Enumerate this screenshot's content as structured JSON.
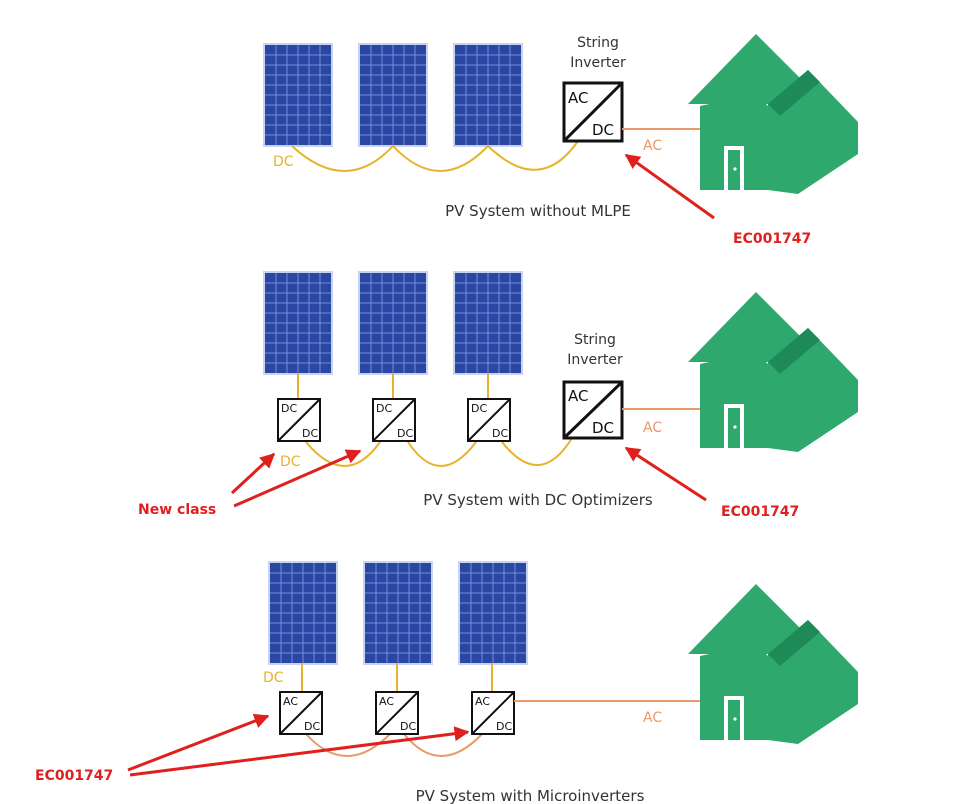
{
  "colors": {
    "panel": "#2b46a3",
    "panel_grid": "#6f8fd8",
    "panel_frame": "#c8d4ee",
    "dc_wire": "#e8b32c",
    "ac_wire": "#e89a6a",
    "house": "#2fa86e",
    "arrow": "#e0201e"
  },
  "section1": {
    "inverter_title_line1": "String",
    "inverter_title_line2": "Inverter",
    "inverter_ac": "AC",
    "inverter_dc": "DC",
    "dc_label": "DC",
    "ac_label": "AC",
    "caption": "PV System without MLPE",
    "annotation": "EC001747"
  },
  "section2": {
    "inverter_title_line1": "String",
    "inverter_title_line2": "Inverter",
    "inverter_ac": "AC",
    "inverter_dc": "DC",
    "optimizer_top": "DC",
    "optimizer_bottom": "DC",
    "dc_label": "DC",
    "ac_label": "AC",
    "caption": "PV System with DC Optimizers",
    "annotation_left": "New class",
    "annotation_right": "EC001747"
  },
  "section3": {
    "micro_top": "AC",
    "micro_bottom": "DC",
    "dc_label": "DC",
    "ac_label": "AC",
    "caption": "PV System with Microinverters",
    "annotation": "EC001747"
  }
}
